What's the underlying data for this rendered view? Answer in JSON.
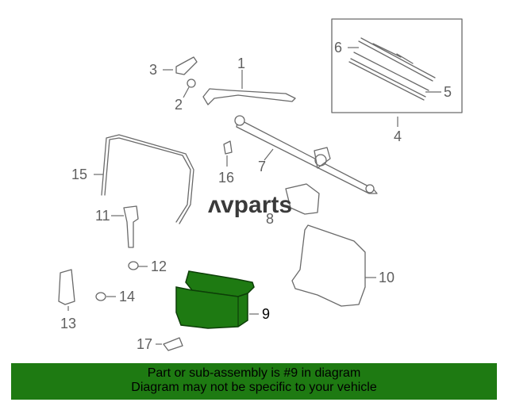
{
  "callouts": {
    "c1": "1",
    "c2": "2",
    "c3": "3",
    "c4": "4",
    "c5": "5",
    "c6": "6",
    "c7": "7",
    "c8": "8",
    "c9": "9",
    "c10": "10",
    "c11": "11",
    "c12": "12",
    "c13": "13",
    "c14": "14",
    "c15": "15",
    "c16": "16",
    "c17": "17"
  },
  "highlight_part": "9",
  "highlight_color": "#1e7a12",
  "banner_color": "#1e7a12",
  "watermark": {
    "mark": "ʌ",
    "text": "vparts"
  },
  "banner": {
    "line1": "Part or sub-assembly is #9 in diagram",
    "line2": "Diagram may not be specific to your vehicle"
  }
}
